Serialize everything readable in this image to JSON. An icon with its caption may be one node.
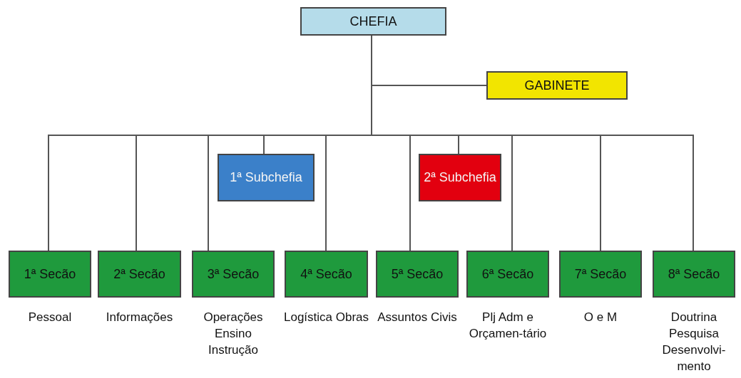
{
  "diagram": {
    "nodes": [
      {
        "text": [
          "CHEFIA"
        ]
      },
      {
        "text": [
          "GABINETE"
        ]
      },
      {
        "text": [
          "1ª Subchefia"
        ]
      },
      {
        "text": [
          "2ª Subchefia"
        ]
      },
      {
        "text": [
          "1ª Secão"
        ],
        "beside": [
          "Pessoal"
        ]
      },
      {
        "text": [
          "2ª Secão"
        ],
        "beside": [
          "Informações"
        ]
      },
      {
        "text": [
          "3ª Secão"
        ],
        "beside": [
          "Operações Ensino Instrução"
        ]
      },
      {
        "text": [
          "4ª Secão"
        ],
        "beside": [
          "Logística Obras"
        ]
      },
      {
        "text": [
          "5ª Secão"
        ],
        "beside": [
          "Assuntos Civis"
        ]
      },
      {
        "text": [
          "6ª Secão"
        ],
        "beside": [
          "Plj Adm e Orçamen-tário"
        ]
      },
      {
        "text": [
          "7ª Secão"
        ],
        "beside": [
          "O e M"
        ]
      },
      {
        "text": [
          "8ª Secão"
        ],
        "beside": [
          "Doutrina Pesquisa Desenvolvi-mento"
        ]
      }
    ],
    "edges": [
      {
        "from": 0,
        "to": 1,
        "arrow": "none"
      },
      {
        "from": 0,
        "to": 2,
        "arrow": "none"
      },
      {
        "from": 0,
        "to": 3,
        "arrow": "none"
      },
      {
        "from": 0,
        "to": 4,
        "arrow": "none"
      },
      {
        "from": 0,
        "to": 5,
        "arrow": "none"
      },
      {
        "from": 0,
        "to": 6,
        "arrow": "none"
      },
      {
        "from": 0,
        "to": 7,
        "arrow": "none"
      },
      {
        "from": 0,
        "to": 8,
        "arrow": "none"
      },
      {
        "from": 0,
        "to": 9,
        "arrow": "none"
      },
      {
        "from": 0,
        "to": 10,
        "arrow": "none"
      },
      {
        "from": 0,
        "to": 11,
        "arrow": "none"
      }
    ]
  }
}
